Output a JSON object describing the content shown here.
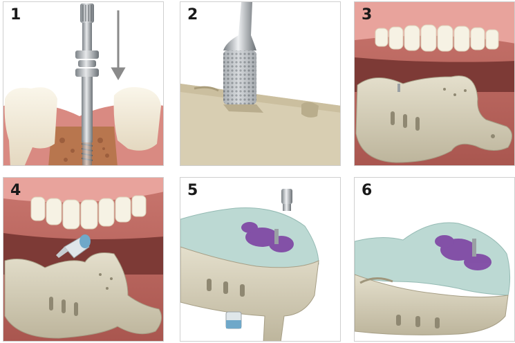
{
  "steps": [
    {
      "number": "1"
    },
    {
      "number": "2"
    },
    {
      "number": "3"
    },
    {
      "number": "4"
    },
    {
      "number": "5"
    },
    {
      "number": "6"
    }
  ],
  "colors": {
    "gum": "#e8a8a0",
    "tooth": "#f4efe2",
    "tray": "#d9d3bf",
    "metal": "#b8bcc0",
    "impression": "#bcd9d3",
    "purple": "#7a3aa0",
    "lip": "#b8655d"
  }
}
